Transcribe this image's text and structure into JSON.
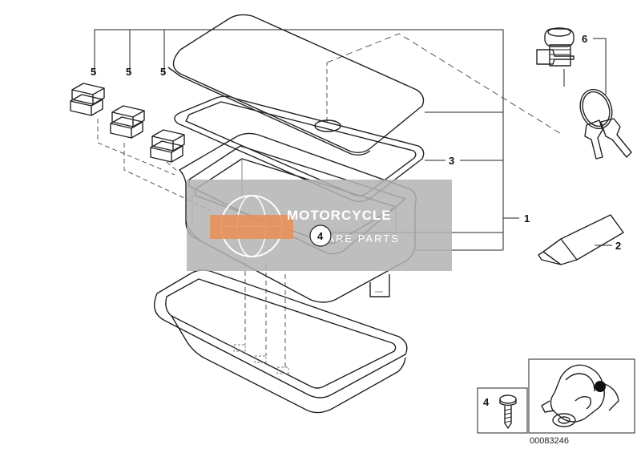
{
  "callouts": {
    "part_1": "1",
    "part_2": "2",
    "part_3": "3",
    "part_4_body": "4",
    "part_4_inset": "4",
    "part_5_left": "5",
    "part_5_mid": "5",
    "part_5_right": "5",
    "part_6": "6"
  },
  "watermark": {
    "line1": "MOTORCYCLE",
    "line2": "SPARE PARTS"
  },
  "diagram_number": "00083246",
  "colors": {
    "line": "#222222",
    "watermark_panel": "#b3b3b3",
    "watermark_logo": "#e8905a"
  },
  "icons": [
    "compartment-lid",
    "lid-seal",
    "storage-compartment",
    "compartment-liner",
    "rubber-buffer",
    "lock-cylinder",
    "key-ring",
    "adhesive-tube",
    "screw",
    "motorcycle-location"
  ]
}
